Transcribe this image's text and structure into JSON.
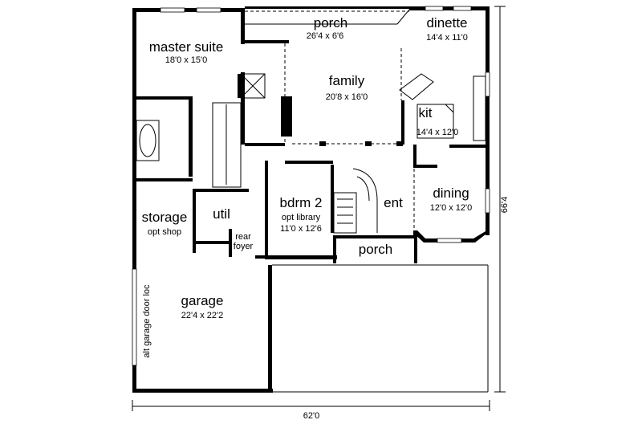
{
  "rooms": {
    "porch_rear": {
      "name": "porch",
      "size": "26'4 x 6'6"
    },
    "dinette": {
      "name": "dinette",
      "size": "14'4 x 11'0"
    },
    "master_suite": {
      "name": "master suite",
      "size": "18'0 x 15'0"
    },
    "family": {
      "name": "family",
      "size": "20'8 x 16'0"
    },
    "kit": {
      "name": "kit",
      "size": "14'4 x 12'0"
    },
    "storage": {
      "name": "storage",
      "note": "opt shop"
    },
    "util": {
      "name": "util"
    },
    "rear_foyer": {
      "line1": "rear",
      "line2": "foyer"
    },
    "bdrm2": {
      "name": "bdrm 2",
      "note": "opt library",
      "size": "11'0 x 12'6"
    },
    "ent": {
      "name": "ent"
    },
    "dining": {
      "name": "dining",
      "size": "12'0 x 12'0"
    },
    "porch_front": {
      "name": "porch"
    },
    "garage": {
      "name": "garage",
      "size": "22'4 x 22'2",
      "note": "alt garage door loc"
    }
  },
  "dimensions": {
    "width": "62'0",
    "depth": "66'4"
  }
}
